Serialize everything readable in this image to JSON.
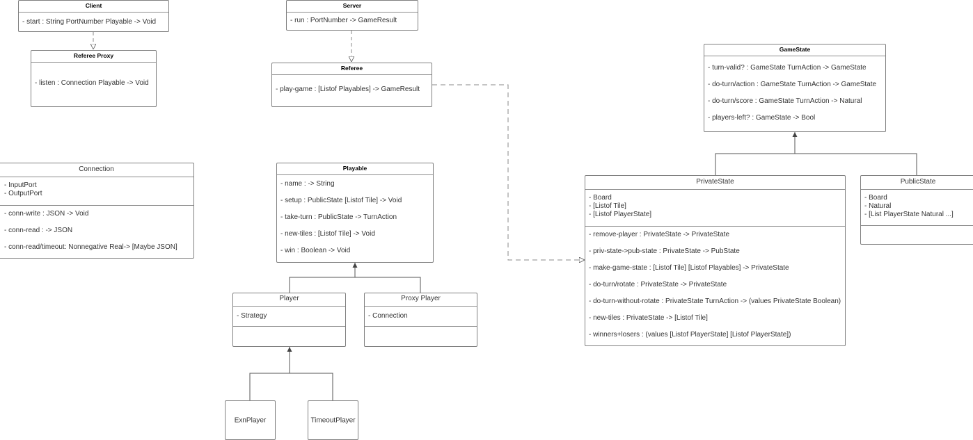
{
  "classes": {
    "client": {
      "name": "Client",
      "methods": [
        "- start : String PortNumber Playable -> Void"
      ]
    },
    "referee_proxy": {
      "name": "Referee Proxy",
      "methods": [
        "- listen : Connection Playable -> Void"
      ]
    },
    "server": {
      "name": "Server",
      "methods": [
        "- run : PortNumber -> GameResult"
      ]
    },
    "referee": {
      "name": "Referee",
      "methods": [
        "- play-game : [Listof Playables] -> GameResult"
      ]
    },
    "gamestate": {
      "name": "GameState",
      "methods": [
        "- turn-valid? : GameState TurnAction -> GameState",
        "- do-turn/action : GameState TurnAction -> GameState",
        "- do-turn/score : GameState TurnAction -> Natural",
        "- players-left? : GameState -> Bool"
      ]
    },
    "connection": {
      "name": "Connection",
      "fields": [
        "- InputPort",
        "- OutputPort"
      ],
      "methods": [
        "- conn-write : JSON -> Void",
        "- conn-read : -> JSON",
        "- conn-read/timeout: Nonnegative Real-> [Maybe JSON]"
      ]
    },
    "playable": {
      "name": "Playable",
      "methods": [
        "- name : -> String",
        "- setup : PublicState [Listof Tile] -> Void",
        "- take-turn : PublicState -> TurnAction",
        "- new-tiles : [Listof Tile] -> Void",
        "- win : Boolean -> Void"
      ]
    },
    "player": {
      "name": "Player",
      "fields": [
        "- Strategy"
      ]
    },
    "proxy_player": {
      "name": "Proxy Player",
      "fields": [
        "- Connection"
      ]
    },
    "exn_player": {
      "name": "ExnPlayer"
    },
    "timeout_player": {
      "name": "TimeoutPlayer"
    },
    "private_state": {
      "name": "PrivateState",
      "fields": [
        "- Board",
        "- [Listof Tile]",
        "- [Listof PlayerState]"
      ],
      "methods": [
        "- remove-player : PrivateState -> PrivateState",
        "- priv-state->pub-state : PrivateState -> PubState",
        "- make-game-state : [Listof Tile] [Listof Playables] -> PrivateState",
        "- do-turn/rotate : PrivateState -> PrivateState",
        "- do-turn-without-rotate : PrivateState TurnAction -> (values PrivateState Boolean)",
        "- new-tiles : PrivateState -> [Listof Tile]",
        "- winners+losers : (values [Listof PlayerState] [Listof PlayerState])"
      ]
    },
    "public_state": {
      "name": "PublicState",
      "fields": [
        "- Board",
        "- Natural",
        "- [List PlayerState Natural ...]"
      ]
    }
  },
  "colors": {
    "border": "#7f7f7f",
    "line": "#555555",
    "text": "#333333"
  }
}
